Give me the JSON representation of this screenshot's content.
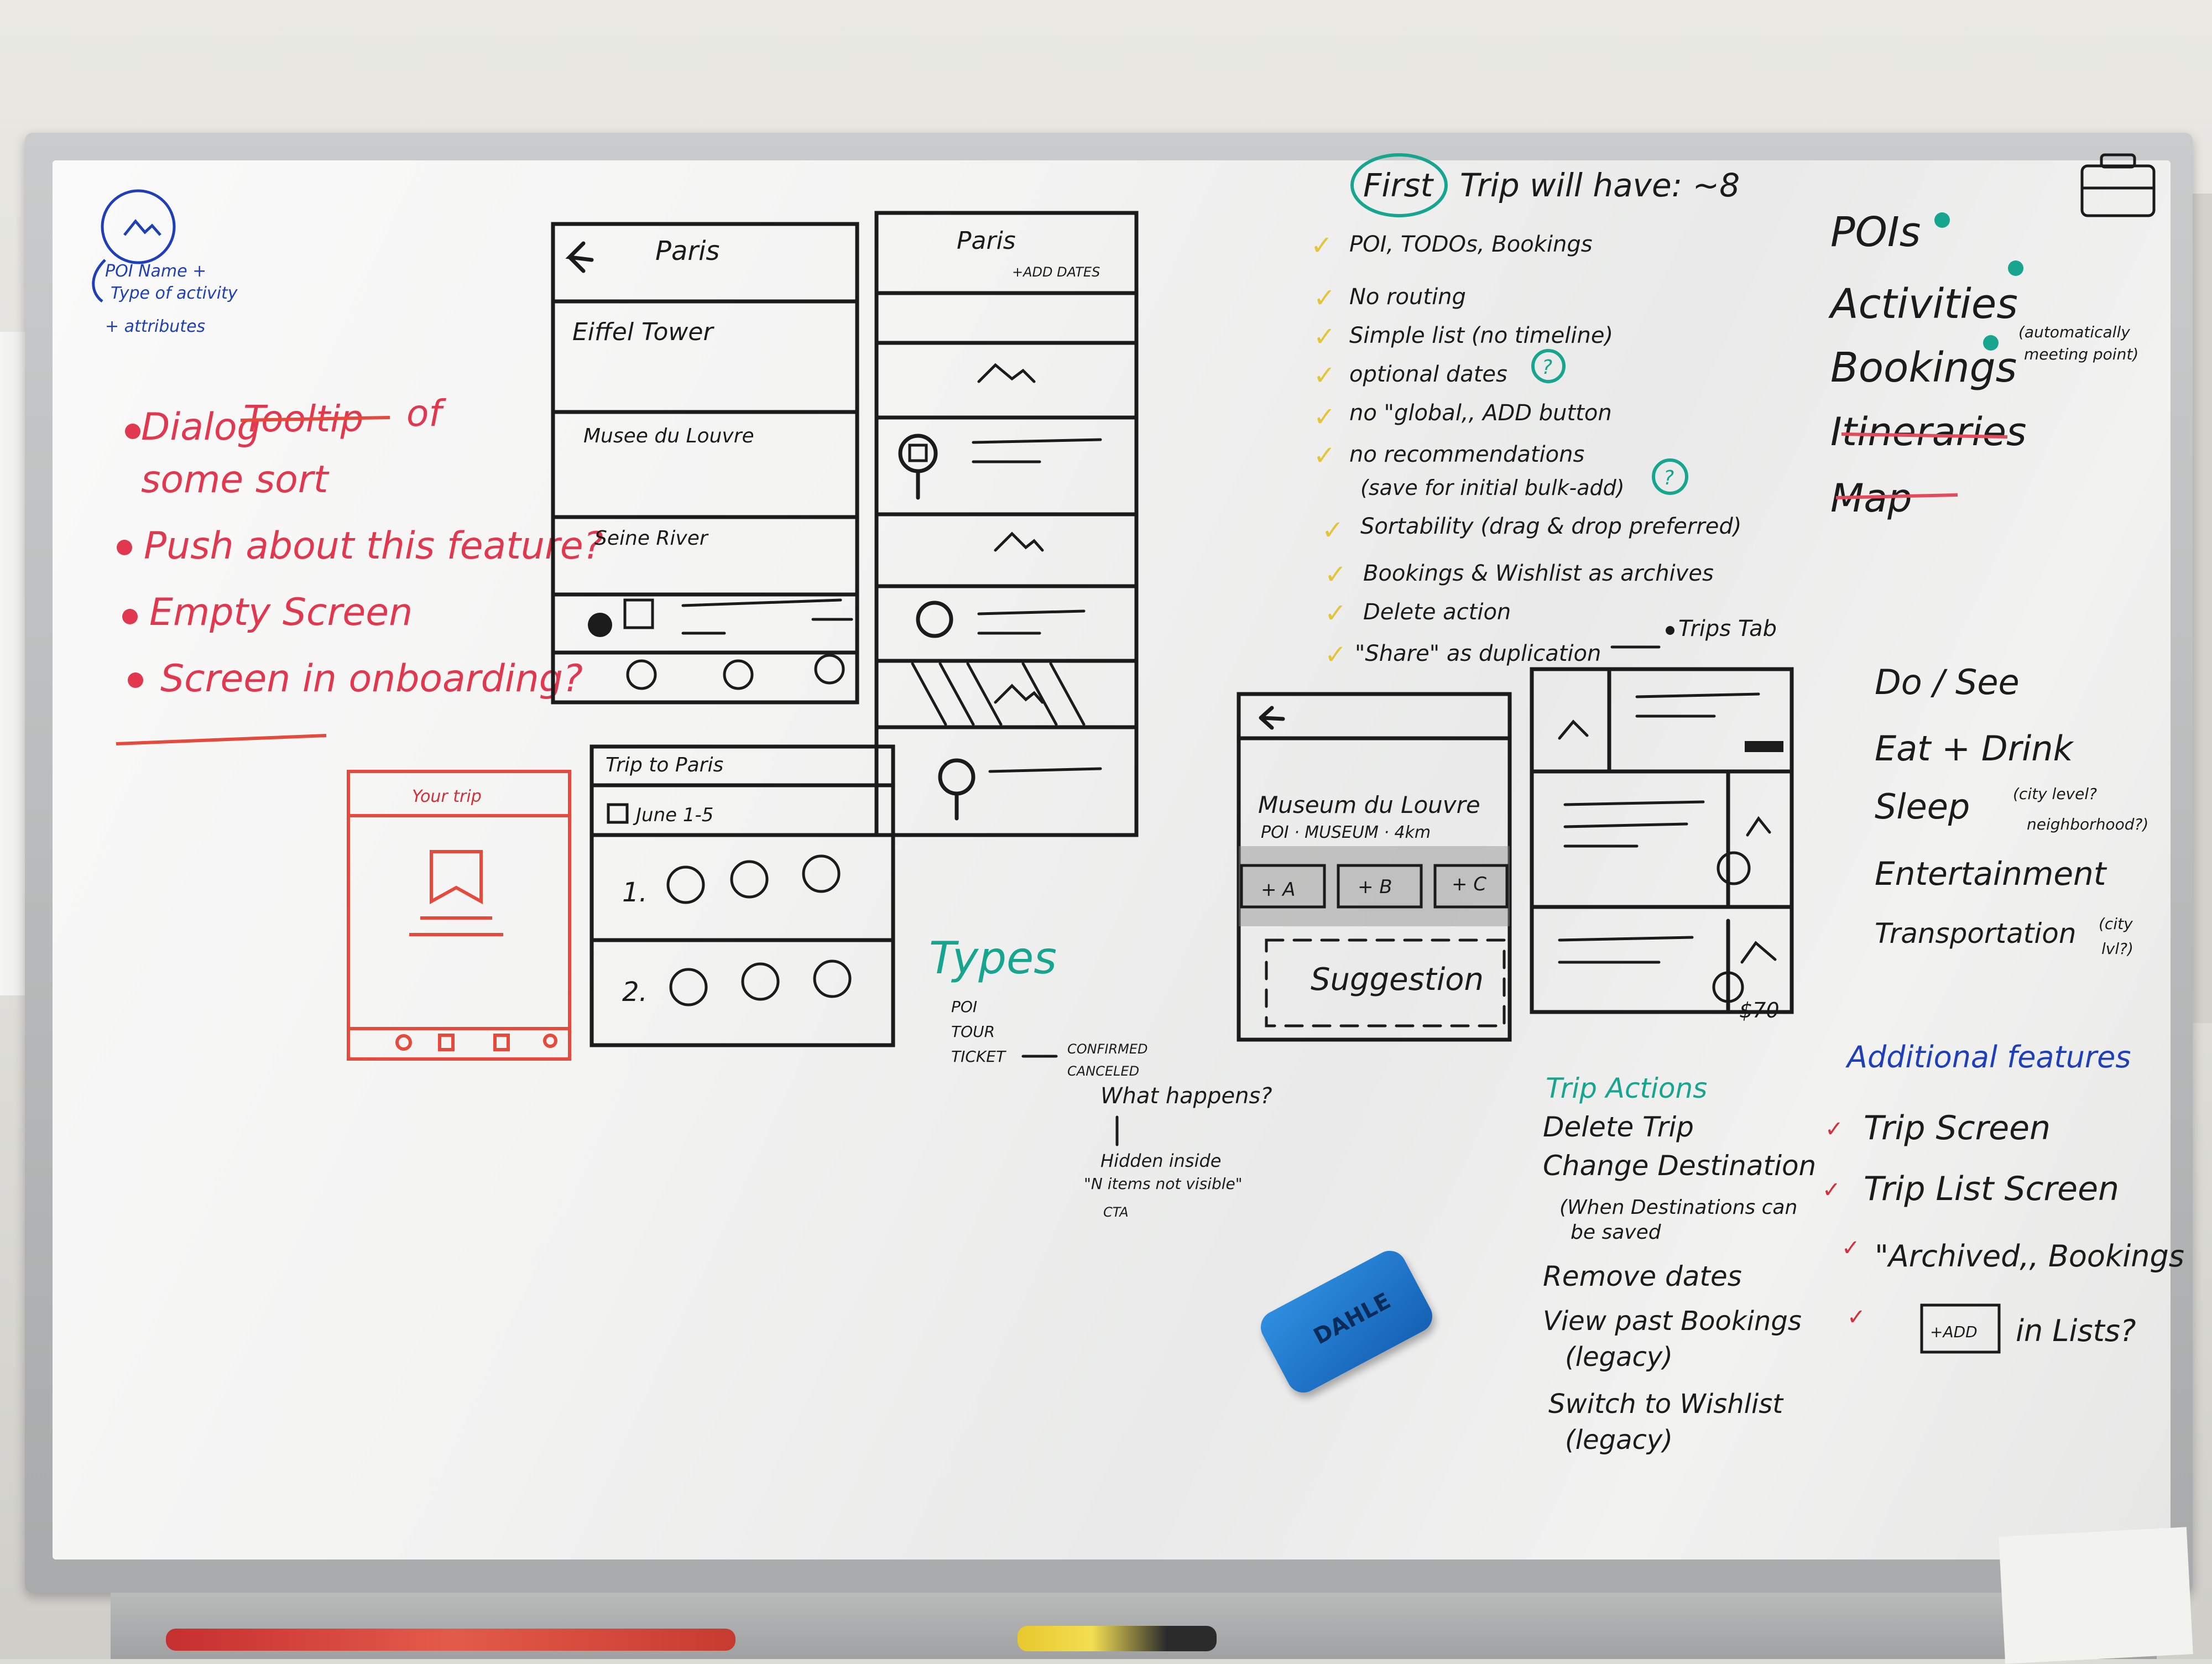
{
  "eraser": {
    "brand": "DAHLE"
  },
  "left_icon": {
    "caption": [
      "POI Name +",
      "Type of activity",
      "+ attributes"
    ]
  },
  "red_notes": {
    "line1": "Dialog",
    "struck": "Tooltip",
    "line1_end": "of",
    "line2": "some sort",
    "items": [
      "Push about this feature?",
      "Empty Screen",
      "Screen in onboarding?"
    ]
  },
  "red_phone": {
    "title": "Your trip"
  },
  "sketch_paris": {
    "title": "Paris",
    "rows": [
      "Eiffel Tower",
      "Musee du Louvre",
      "Seine River"
    ]
  },
  "sketch_paris2": {
    "title": "Paris",
    "add_dates": "+ADD DATES"
  },
  "sketch_trip": {
    "title": "Trip to Paris",
    "date": "June 1-5",
    "rows": [
      "1.",
      "2."
    ]
  },
  "types": {
    "title": "Types",
    "items": [
      "POI",
      "TOUR",
      "TICKET"
    ],
    "ticket_states": [
      "CONFIRMED",
      "CANCELED"
    ],
    "what": "What happens?",
    "hidden": [
      "Hidden inside",
      "\"N items not visible\"",
      "CTA"
    ]
  },
  "first_trip": {
    "title_circled": "First",
    "title_rest": "Trip will have: ~8",
    "items": [
      "POI, TODOs, Bookings",
      "No routing",
      "Simple list (no timeline)",
      "optional dates",
      "no \"global,, ADD button",
      "no recommendations",
      "(save for initial bulk-add)",
      "Sortability (drag & drop preferred)",
      "Bookings & Wishlist as archives",
      "Delete action",
      "\"Share\" as duplication"
    ],
    "trips_tab": "Trips Tab"
  },
  "sketch_museum": {
    "title": "Museum du Louvre",
    "subtitle": "POI · MUSEUM · 4km",
    "chips": [
      "+ A",
      "+ B",
      "+ C"
    ],
    "suggestion": "Suggestion"
  },
  "sketch_cards": {
    "price": "$70"
  },
  "trip_actions": {
    "title": "Trip Actions",
    "items": [
      "Delete Trip",
      "Change Destination",
      "(When Destinations can",
      "be saved",
      "Remove dates",
      "View past Bookings",
      "(legacy)",
      "Switch to Wishlist",
      "(legacy)"
    ]
  },
  "right_list_a": {
    "items": [
      "POIs",
      "Activities",
      "Bookings",
      "Itineraries",
      "Map"
    ],
    "note": [
      "(automatically",
      "meeting point)"
    ]
  },
  "right_list_b": {
    "items": [
      "Do / See",
      "Eat + Drink",
      "Sleep",
      "Entertainment",
      "Transportation"
    ],
    "sleep_note": [
      "(city level?",
      "neighborhood?)"
    ],
    "transport_note": [
      "(city",
      "lvl?)"
    ]
  },
  "additional": {
    "title": "Additional features",
    "items": [
      "Trip Screen",
      "Trip List Screen",
      "\"Archived,, Bookings",
      "in Lists?"
    ],
    "add_box": "+ADD"
  }
}
